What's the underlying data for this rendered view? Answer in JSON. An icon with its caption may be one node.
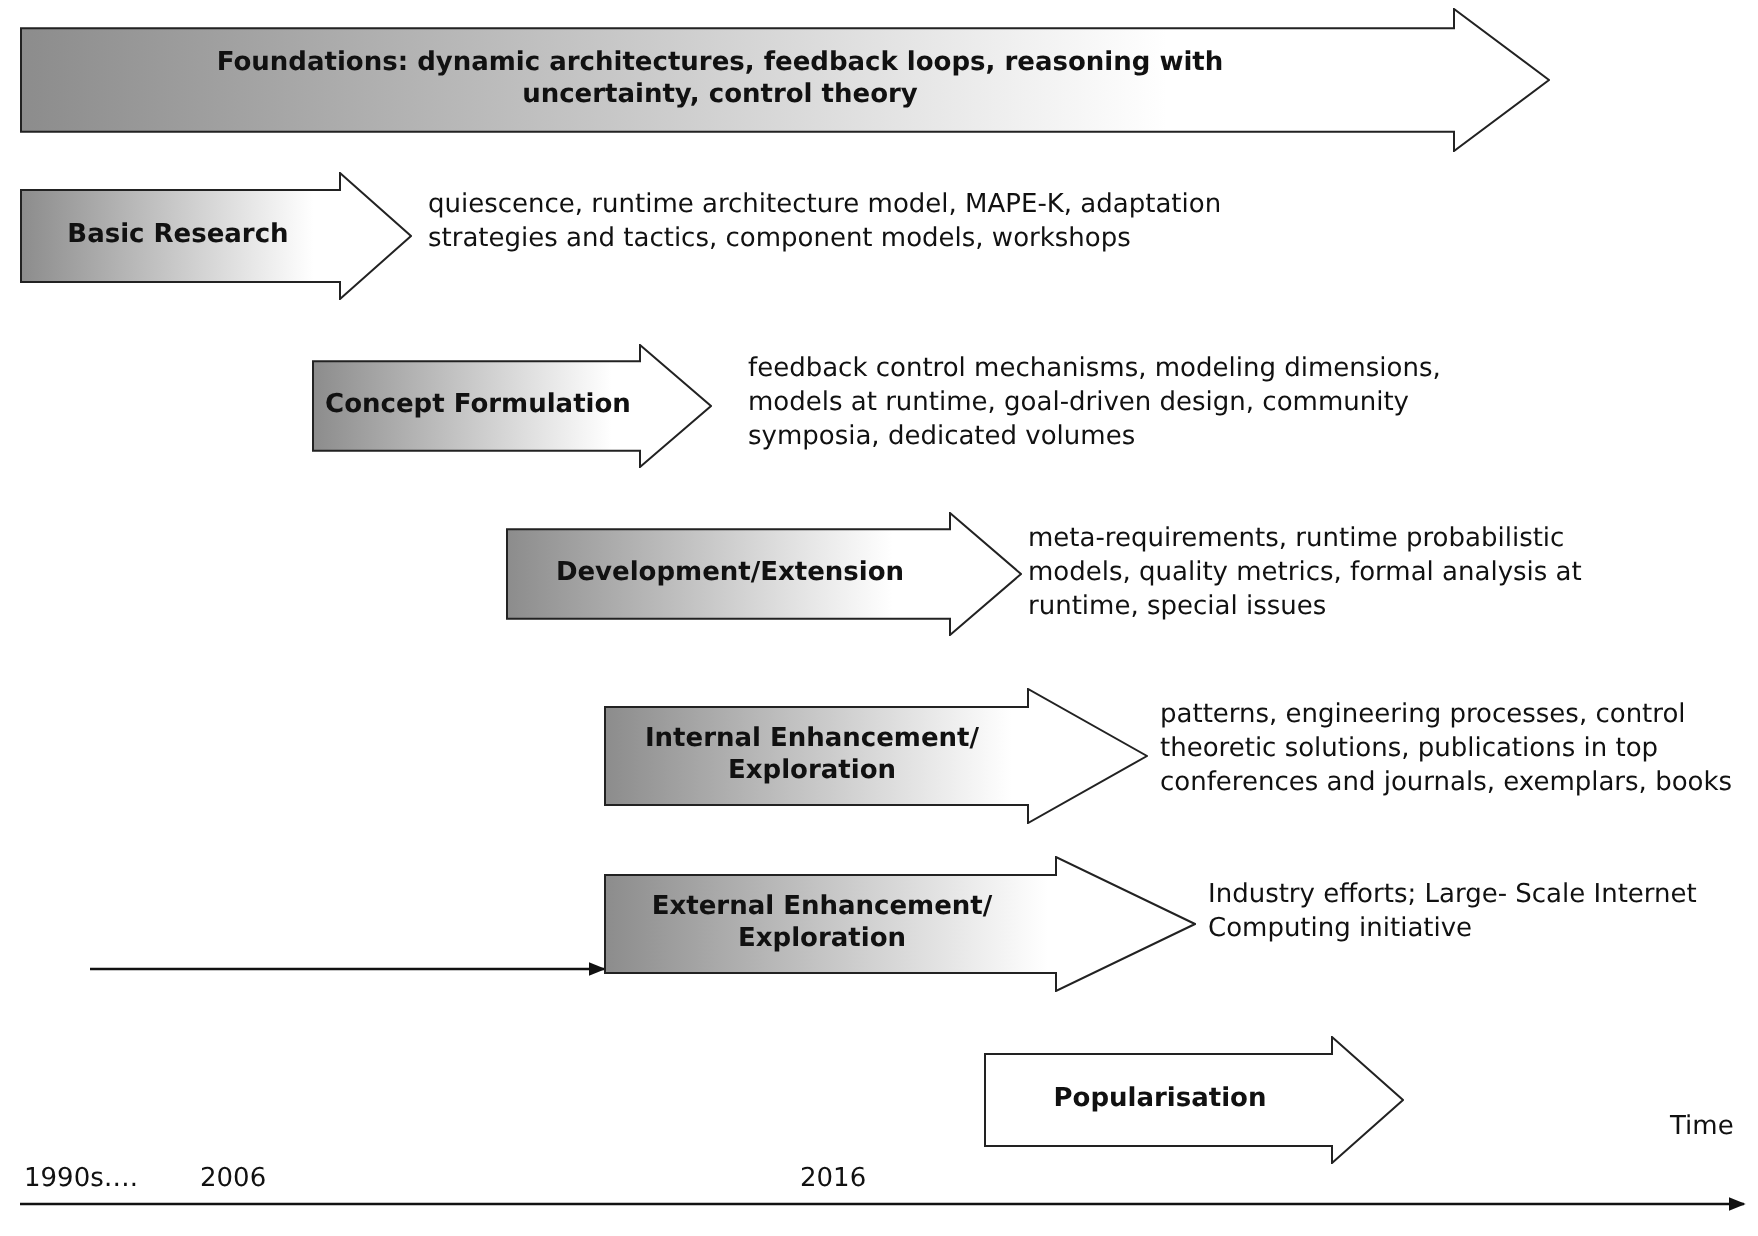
{
  "diagram": {
    "nodes": [
      {
        "text": [
          "Foundations: dynamic architectures, feedback loops, reasoning with uncertainty, control theory"
        ]
      },
      {
        "text": [
          "Basic Research"
        ],
        "beside": [
          "quiescence, runtime architecture model, MAPE-K, adaptation strategies and tactics, component models, workshops"
        ]
      },
      {
        "text": [
          "Concept Formulation"
        ],
        "beside": [
          "feedback control mechanisms, modeling dimensions, models at runtime, goal-driven design, community symposia, dedicated volumes"
        ]
      },
      {
        "text": [
          "Development/Extension"
        ],
        "beside": [
          "meta-requirements, runtime probabilistic models, quality metrics, formal analysis at runtime, special issues"
        ]
      },
      {
        "text": [
          "Internal Enhancement/ Exploration"
        ],
        "beside": [
          "patterns, engineering processes, control theoretic solutions, publications in top conferences and journals, exemplars, books"
        ]
      },
      {
        "text": [
          "External Enhancement/ Exploration"
        ],
        "beside": [
          "Industry efforts; Large- Scale Internet Computing initiative"
        ]
      },
      {
        "text": [
          "Popularisation"
        ]
      }
    ],
    "edges": [
      {
        "from": null,
        "to": 5,
        "arrow": "to"
      }
    ],
    "labels": [
      "Time",
      "1990s….",
      "2006",
      "2016"
    ]
  }
}
